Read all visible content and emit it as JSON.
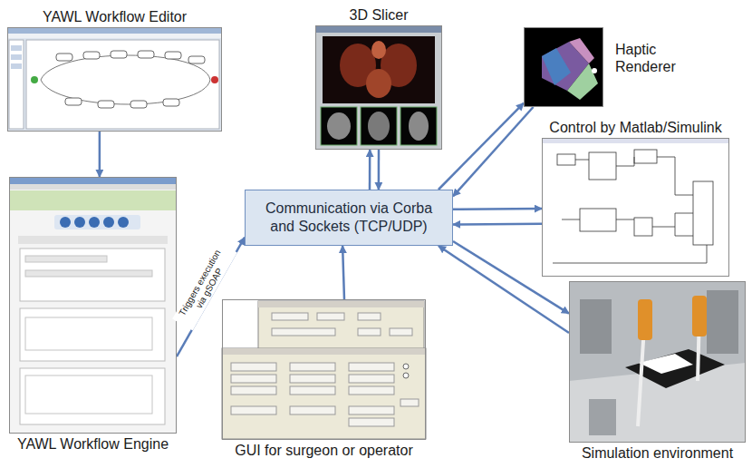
{
  "diagram": {
    "nodes": [
      {
        "text": [
          "YAWL Workflow Editor"
        ]
      },
      {
        "text": [
          "3D Slicer"
        ]
      },
      {
        "text": [
          "Haptic Renderer"
        ]
      },
      {
        "text": [
          "Control by Matlab/Simulink"
        ]
      },
      {
        "text": [
          "Communication via Corba and Sockets (TCP/UDP)"
        ]
      },
      {
        "text": [
          "YAWL Workflow Engine"
        ]
      },
      {
        "text": [
          "GUI for surgeon or operator"
        ]
      },
      {
        "text": [
          "Simulation environment"
        ]
      }
    ],
    "edges": [
      {
        "from": 0,
        "to": 5,
        "arrow": "to"
      },
      {
        "from": 5,
        "to": 4,
        "label": "Triggers execution via gSOAP",
        "arrow": "to"
      },
      {
        "from": 4,
        "to": 1,
        "arrow": "to"
      },
      {
        "from": 1,
        "to": 4,
        "arrow": "to"
      },
      {
        "from": 4,
        "to": 2,
        "arrow": "to"
      },
      {
        "from": 2,
        "to": 4,
        "arrow": "to"
      },
      {
        "from": 4,
        "to": 3,
        "arrow": "to"
      },
      {
        "from": 3,
        "to": 4,
        "arrow": "to"
      },
      {
        "from": 4,
        "to": 7,
        "arrow": "to"
      },
      {
        "from": 7,
        "to": 4,
        "arrow": "to"
      },
      {
        "from": 6,
        "to": 4,
        "arrow": "to"
      }
    ]
  }
}
